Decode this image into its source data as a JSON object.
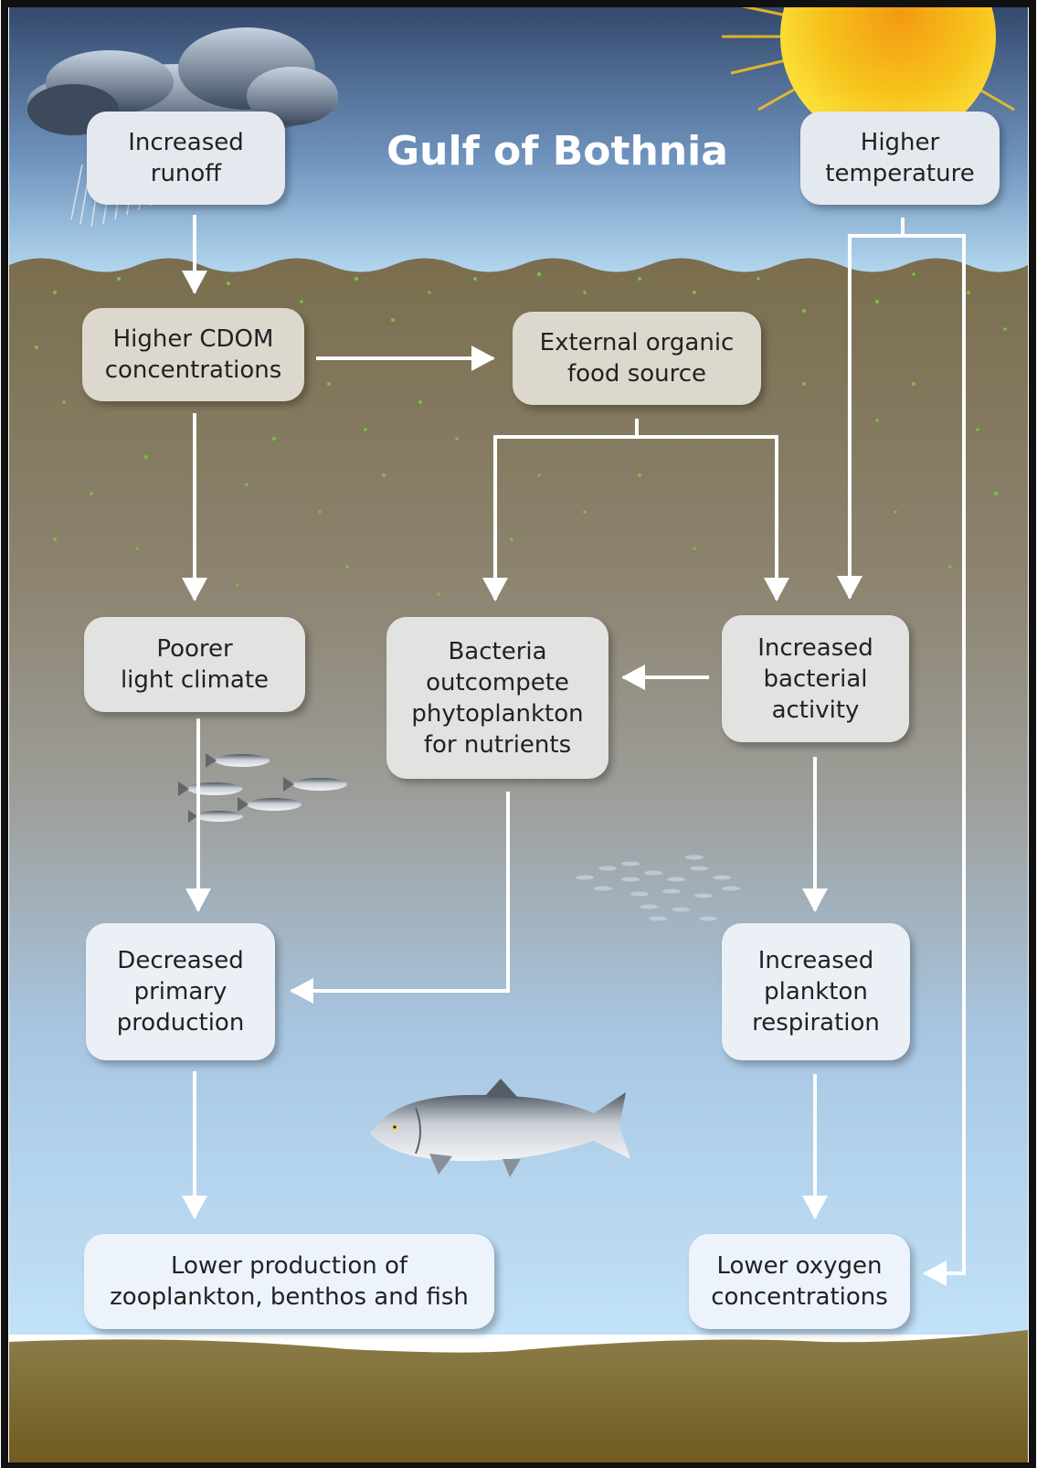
{
  "title": "Gulf of Bothnia",
  "boxes": {
    "increased_runoff": "Increased\nrunoff",
    "higher_temperature": "Higher\ntemperature",
    "higher_cdom": "Higher CDOM\nconcentrations",
    "external_organic": "External organic\nfood source",
    "poorer_light": "Poorer\nlight climate",
    "bacteria_outcompete": "Bacteria\noutcompete\nphytoplankton\nfor nutrients",
    "increased_bacterial": "Increased\nbacterial\nactivity",
    "decreased_primary": "Decreased\nprimary\nproduction",
    "increased_plankton": "Increased\nplankton\nrespiration",
    "lower_production": "Lower production of\nzooplankton, benthos and fish",
    "lower_oxygen": "Lower oxygen\nconcentrations"
  },
  "colors": {
    "sky_top": "#3a5579",
    "sky_bottom": "#b4d8ef",
    "water_top": "#7d7150",
    "water_mid": "#9c9d97",
    "water_bottom": "#bfe0f7",
    "seabed": "#7a6a2e",
    "arrow": "#ffffff",
    "sun": "#f9c41a",
    "particles": "#7bc043"
  },
  "icons": [
    "rain-cloud-icon",
    "sun-icon",
    "herring-school-icon",
    "small-fish-school-icon",
    "salmon-icon"
  ]
}
